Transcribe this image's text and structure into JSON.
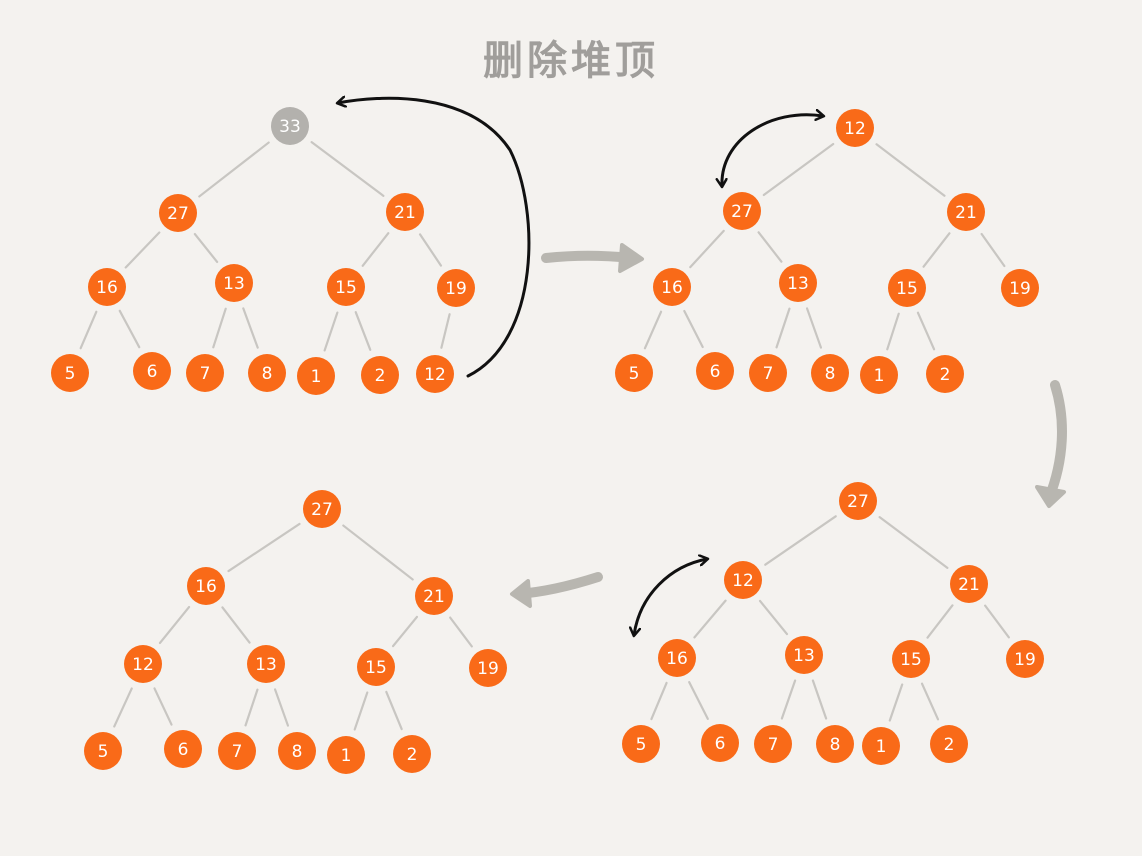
{
  "title": "删除堆顶",
  "colors": {
    "background": "#f4f2ef",
    "node_fill": "#f96a18",
    "removed_node_fill": "#b3b1ad",
    "edge": "#c8c6c2",
    "swap_arrow": "#111111",
    "flow_arrow": "#b8b6b0",
    "title": "#a09e9b"
  },
  "panels": [
    {
      "id": "step1",
      "nodes": [
        {
          "id": "n33",
          "label": "33",
          "state": "removed"
        },
        {
          "id": "n27",
          "label": "27"
        },
        {
          "id": "n21",
          "label": "21"
        },
        {
          "id": "n16",
          "label": "16"
        },
        {
          "id": "n13",
          "label": "13"
        },
        {
          "id": "n15",
          "label": "15"
        },
        {
          "id": "n19",
          "label": "19"
        },
        {
          "id": "n5",
          "label": "5"
        },
        {
          "id": "n6",
          "label": "6"
        },
        {
          "id": "n7",
          "label": "7"
        },
        {
          "id": "n8",
          "label": "8"
        },
        {
          "id": "n1",
          "label": "1"
        },
        {
          "id": "n2",
          "label": "2"
        },
        {
          "id": "n12",
          "label": "12"
        }
      ],
      "edges": [
        [
          "n33",
          "n27"
        ],
        [
          "n33",
          "n21"
        ],
        [
          "n27",
          "n16"
        ],
        [
          "n27",
          "n13"
        ],
        [
          "n21",
          "n15"
        ],
        [
          "n21",
          "n19"
        ],
        [
          "n16",
          "n5"
        ],
        [
          "n16",
          "n6"
        ],
        [
          "n13",
          "n7"
        ],
        [
          "n13",
          "n8"
        ],
        [
          "n15",
          "n1"
        ],
        [
          "n15",
          "n2"
        ],
        [
          "n19",
          "n12"
        ]
      ],
      "swap": [
        "n12",
        "n33"
      ]
    },
    {
      "id": "step2",
      "nodes": [
        {
          "id": "n12",
          "label": "12"
        },
        {
          "id": "n27",
          "label": "27"
        },
        {
          "id": "n21",
          "label": "21"
        },
        {
          "id": "n16",
          "label": "16"
        },
        {
          "id": "n13",
          "label": "13"
        },
        {
          "id": "n15",
          "label": "15"
        },
        {
          "id": "n19",
          "label": "19"
        },
        {
          "id": "n5",
          "label": "5"
        },
        {
          "id": "n6",
          "label": "6"
        },
        {
          "id": "n7",
          "label": "7"
        },
        {
          "id": "n8",
          "label": "8"
        },
        {
          "id": "n1",
          "label": "1"
        },
        {
          "id": "n2",
          "label": "2"
        }
      ],
      "edges": [
        [
          "n12",
          "n27"
        ],
        [
          "n12",
          "n21"
        ],
        [
          "n27",
          "n16"
        ],
        [
          "n27",
          "n13"
        ],
        [
          "n21",
          "n15"
        ],
        [
          "n21",
          "n19"
        ],
        [
          "n16",
          "n5"
        ],
        [
          "n16",
          "n6"
        ],
        [
          "n13",
          "n7"
        ],
        [
          "n13",
          "n8"
        ],
        [
          "n15",
          "n1"
        ],
        [
          "n15",
          "n2"
        ]
      ],
      "swap": [
        "n12",
        "n27"
      ]
    },
    {
      "id": "step3",
      "nodes": [
        {
          "id": "n27",
          "label": "27"
        },
        {
          "id": "n12",
          "label": "12"
        },
        {
          "id": "n21",
          "label": "21"
        },
        {
          "id": "n16",
          "label": "16"
        },
        {
          "id": "n13",
          "label": "13"
        },
        {
          "id": "n15",
          "label": "15"
        },
        {
          "id": "n19",
          "label": "19"
        },
        {
          "id": "n5",
          "label": "5"
        },
        {
          "id": "n6",
          "label": "6"
        },
        {
          "id": "n7",
          "label": "7"
        },
        {
          "id": "n8",
          "label": "8"
        },
        {
          "id": "n1",
          "label": "1"
        },
        {
          "id": "n2",
          "label": "2"
        }
      ],
      "edges": [
        [
          "n27",
          "n12"
        ],
        [
          "n27",
          "n21"
        ],
        [
          "n12",
          "n16"
        ],
        [
          "n12",
          "n13"
        ],
        [
          "n21",
          "n15"
        ],
        [
          "n21",
          "n19"
        ],
        [
          "n16",
          "n5"
        ],
        [
          "n16",
          "n6"
        ],
        [
          "n13",
          "n7"
        ],
        [
          "n13",
          "n8"
        ],
        [
          "n15",
          "n1"
        ],
        [
          "n15",
          "n2"
        ]
      ],
      "swap": [
        "n12",
        "n16"
      ]
    },
    {
      "id": "step4",
      "nodes": [
        {
          "id": "n27",
          "label": "27"
        },
        {
          "id": "n16",
          "label": "16"
        },
        {
          "id": "n21",
          "label": "21"
        },
        {
          "id": "n12",
          "label": "12"
        },
        {
          "id": "n13",
          "label": "13"
        },
        {
          "id": "n15",
          "label": "15"
        },
        {
          "id": "n19",
          "label": "19"
        },
        {
          "id": "n5",
          "label": "5"
        },
        {
          "id": "n6",
          "label": "6"
        },
        {
          "id": "n7",
          "label": "7"
        },
        {
          "id": "n8",
          "label": "8"
        },
        {
          "id": "n1",
          "label": "1"
        },
        {
          "id": "n2",
          "label": "2"
        }
      ],
      "edges": [
        [
          "n27",
          "n16"
        ],
        [
          "n27",
          "n21"
        ],
        [
          "n16",
          "n12"
        ],
        [
          "n16",
          "n13"
        ],
        [
          "n21",
          "n15"
        ],
        [
          "n21",
          "n19"
        ],
        [
          "n12",
          "n5"
        ],
        [
          "n12",
          "n6"
        ],
        [
          "n13",
          "n7"
        ],
        [
          "n13",
          "n8"
        ],
        [
          "n15",
          "n1"
        ],
        [
          "n15",
          "n2"
        ]
      ],
      "swap": null
    }
  ],
  "flow": [
    [
      "step1",
      "step2"
    ],
    [
      "step2",
      "step3"
    ],
    [
      "step3",
      "step4"
    ]
  ]
}
